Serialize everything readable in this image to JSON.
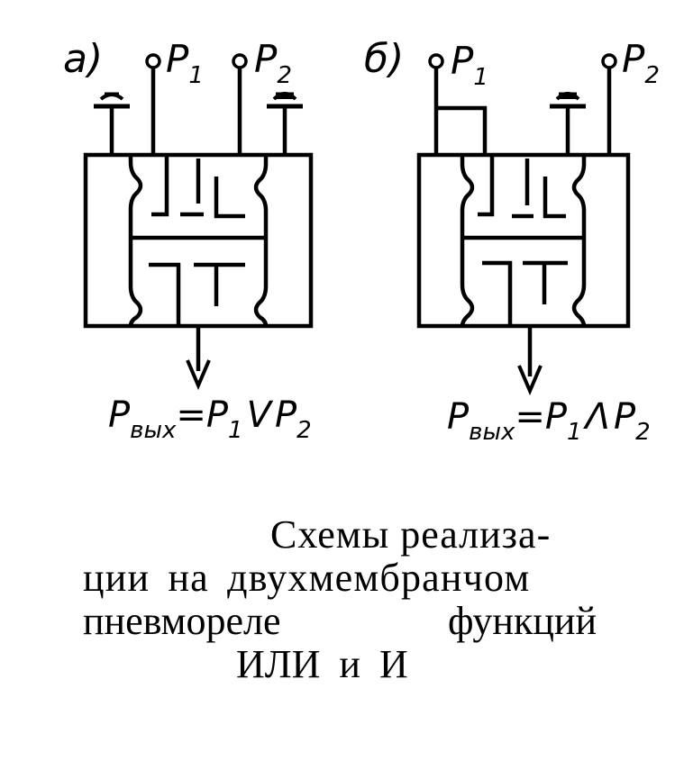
{
  "panels": {
    "a": {
      "letter": "а)",
      "inputs": [
        {
          "symbol": "P",
          "index": "1"
        },
        {
          "symbol": "P",
          "index": "2"
        }
      ],
      "output": {
        "symbol": "P",
        "index": "вых",
        "equals": "=",
        "operand1": {
          "symbol": "P",
          "index": "1"
        },
        "operator": "V",
        "operand2": {
          "symbol": "P",
          "index": "2"
        }
      }
    },
    "b": {
      "letter": "б)",
      "inputs": [
        {
          "symbol": "P",
          "index": "1"
        },
        {
          "symbol": "P",
          "index": "2"
        }
      ],
      "output": {
        "symbol": "P",
        "index": "вых",
        "equals": "=",
        "operand1": {
          "symbol": "P",
          "index": "1"
        },
        "operator": "Λ",
        "operand2": {
          "symbol": "P",
          "index": "2"
        }
      }
    }
  },
  "caption": {
    "line1": "Схемы реализа-",
    "line2": "ции на двухмембранчом",
    "line3_left": "пневмореле",
    "line3_right": "функций",
    "line4": "ИЛИ и И"
  }
}
